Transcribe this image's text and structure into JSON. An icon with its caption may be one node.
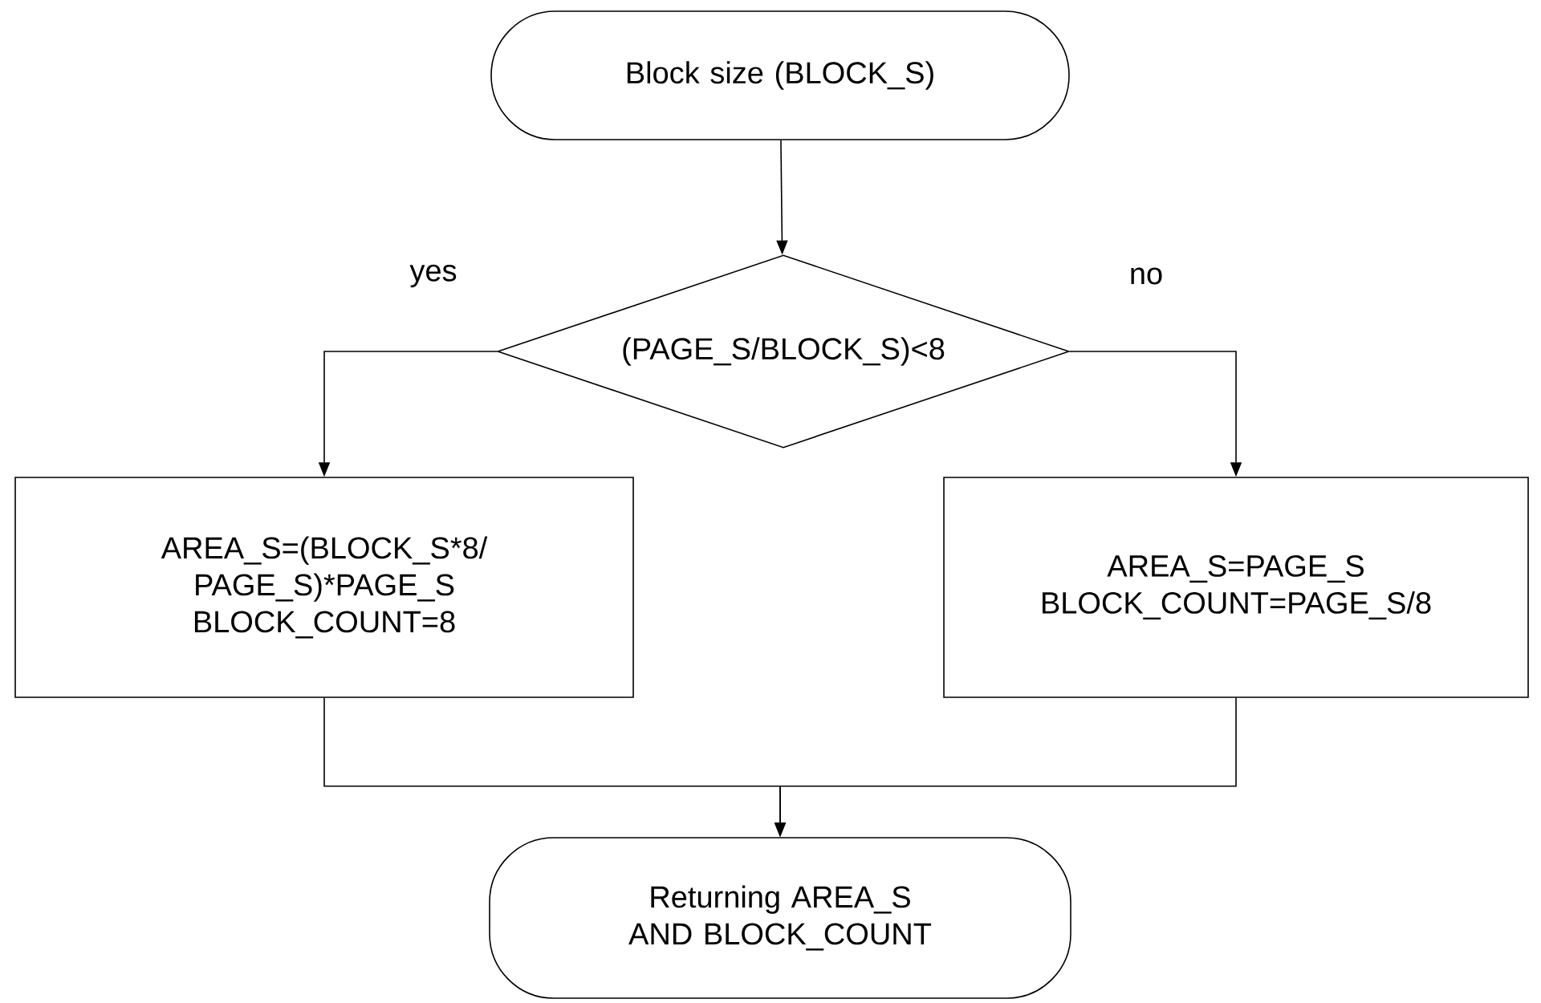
{
  "diagram": {
    "nodes": [
      {
        "text": [
          "Block size (BLOCK_S)"
        ]
      },
      {
        "text": [
          "(PAGE_S/BLOCK_S)<8"
        ]
      },
      {
        "text": [
          "AREA_S=(BLOCK_S*8/ PAGE_S)*PAGE_S",
          "BLOCK_COUNT=8"
        ]
      },
      {
        "text": [
          "AREA_S=PAGE_S",
          "BLOCK_COUNT=PAGE_S/8"
        ]
      },
      {
        "text": [
          "Returning AREA_S AND BLOCK_COUNT"
        ]
      }
    ],
    "edges": [
      {
        "from": 0,
        "to": 1,
        "arrow": "to"
      },
      {
        "from": 1,
        "to": 2,
        "arrow": "to",
        "label": "yes"
      },
      {
        "from": 1,
        "to": 3,
        "arrow": "to",
        "label": "no"
      },
      {
        "from": 2,
        "to": 4,
        "arrow": "to"
      },
      {
        "from": 3,
        "to": 4,
        "arrow": "to"
      }
    ]
  }
}
